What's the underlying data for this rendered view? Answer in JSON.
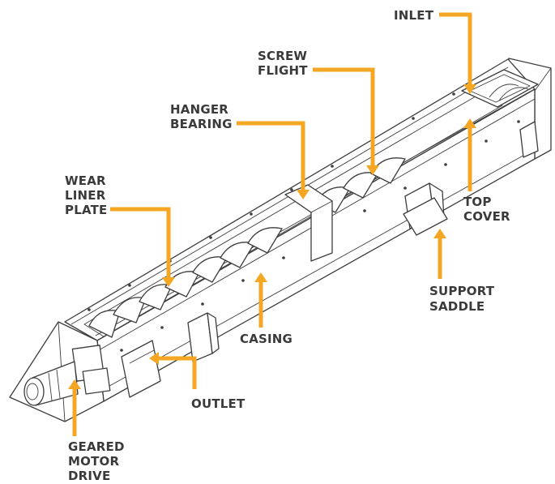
{
  "accent_color": "#F5A623",
  "line_color": "#3d3d3d",
  "labels": {
    "inlet": "INLET",
    "screw_flight": [
      "SCREW",
      "FLIGHT"
    ],
    "hanger_bearing": [
      "HANGER",
      "BEARING"
    ],
    "wear_liner_plate": [
      "WEAR",
      "LINER",
      "PLATE"
    ],
    "top_cover": [
      "TOP",
      "COVER"
    ],
    "support_saddle": [
      "SUPPORT",
      "SADDLE"
    ],
    "casing": "CASING",
    "outlet": "OUTLET",
    "geared_motor_drive": [
      "GEARED",
      "MOTOR",
      "DRIVE"
    ]
  }
}
